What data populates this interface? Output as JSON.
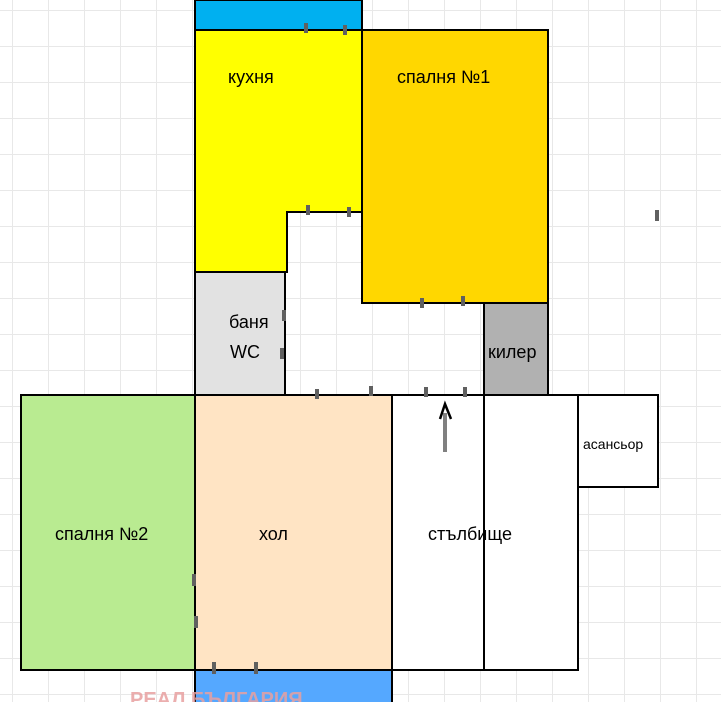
{
  "rooms": {
    "kitchen": "кухня",
    "bedroom1": "спалня №1",
    "bath_line1": "баня",
    "bath_line2": "WC",
    "pantry": "килер",
    "bedroom2": "спалня №2",
    "living": "хол",
    "staircase": "стълбище",
    "elevator": "асансьор"
  },
  "watermark": "РЕАЛ БЪЛГАРИЯ",
  "colors": {
    "kitchen": "#ffff00",
    "bedroom1": "#ffd700",
    "bathroom": "#e2e2e2",
    "pantry": "#b1b1b1",
    "bedroom2": "#b9eb91",
    "living": "#ffe4c4",
    "balcony": "#55a8ff",
    "top_balcony": "#00b0f0",
    "wall": "#000000",
    "door": "#606060",
    "watermark": "#e8a0a0"
  }
}
